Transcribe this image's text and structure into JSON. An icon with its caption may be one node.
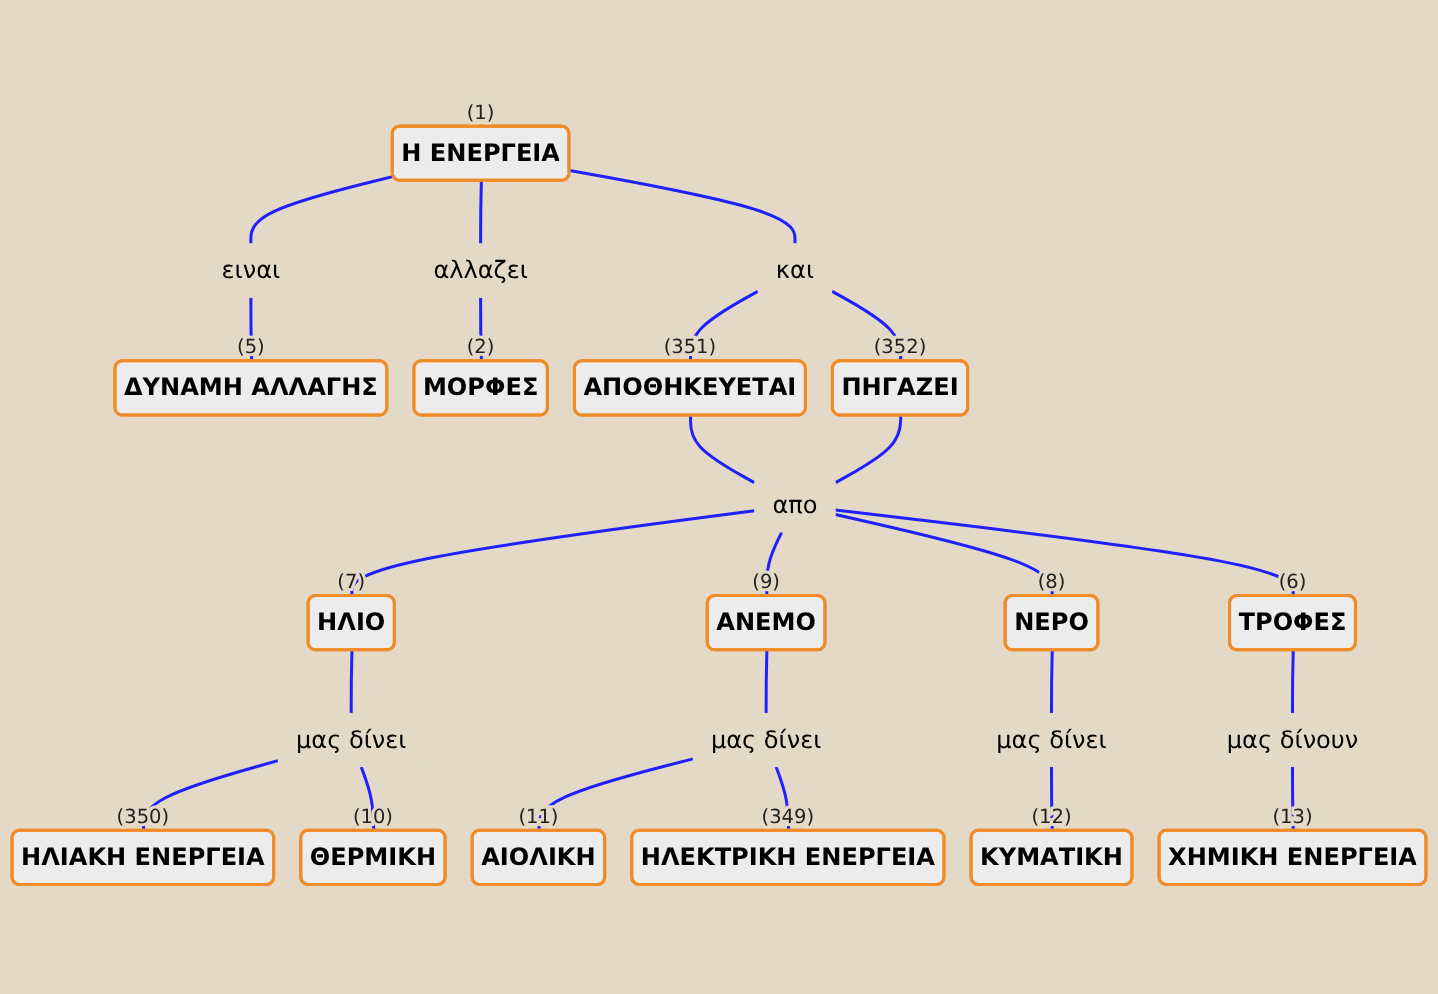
{
  "diagram": {
    "nodes": [
      {
        "text": [
          "Η ΕΝΕΡΓΕΙΑ"
        ],
        "beside": [
          "(1)"
        ]
      },
      {
        "text": [
          "ΔΥΝΑΜΗ ΑΛΛΑΓΗΣ"
        ],
        "beside": [
          "(5)"
        ]
      },
      {
        "text": [
          "ειναι"
        ]
      },
      {
        "text": [
          "αλλαζει"
        ]
      },
      {
        "text": [
          "ΜΟΡΦΕΣ"
        ],
        "beside": [
          "(2)"
        ]
      },
      {
        "text": [
          "και"
        ]
      },
      {
        "text": [
          "ΑΠΟΘΗΚΕΥΕΤΑΙ"
        ],
        "beside": [
          "(351)"
        ]
      },
      {
        "text": [
          "ΠΗΓΑΖΕΙ"
        ],
        "beside": [
          "(352)"
        ]
      },
      {
        "text": [
          "απο"
        ]
      },
      {
        "text": [
          "ΗΛΙΟ"
        ],
        "beside": [
          "(7)"
        ]
      },
      {
        "text": [
          "ΤΡΟΦΕΣ"
        ],
        "beside": [
          "(6)"
        ]
      },
      {
        "text": [
          "ΑΝΕΜΟ"
        ],
        "beside": [
          "(9)"
        ]
      },
      {
        "text": [
          "ΝΕΡΟ"
        ],
        "beside": [
          "(8)"
        ]
      },
      {
        "text": [
          "μας δίνει"
        ]
      },
      {
        "text": [
          "μας δίνουν"
        ]
      },
      {
        "text": [
          "ΗΛΙΑΚΗ ΕΝΕΡΓΕΙΑ"
        ],
        "beside": [
          "(350)"
        ]
      },
      {
        "text": [
          "μας δίνει"
        ]
      },
      {
        "text": [
          "μας δίνει"
        ]
      },
      {
        "text": [
          "ΧΗΜΙΚΗ ΕΝΕΡΓΕΙΑ"
        ],
        "beside": [
          "(13)"
        ]
      },
      {
        "text": [
          "ΘΕΡΜΙΚΗ"
        ],
        "beside": [
          "(10)"
        ]
      },
      {
        "text": [
          "ΑΙΟΛΙΚΗ"
        ],
        "beside": [
          "(11)"
        ]
      },
      {
        "text": [
          "ΚΥΜΑΤΙΚΗ"
        ],
        "beside": [
          "(12)"
        ]
      },
      {
        "text": [
          "ΗΛΕΚΤΡΙΚΗ ΕΝΕΡΓΕΙΑ"
        ],
        "beside": [
          "(349)"
        ]
      }
    ],
    "edges": [
      {
        "from": 0,
        "to": 2,
        "arrow": "none"
      },
      {
        "from": 2,
        "to": 1,
        "arrow": "none"
      },
      {
        "from": 0,
        "to": 3,
        "arrow": "none"
      },
      {
        "from": 3,
        "to": 4,
        "arrow": "none"
      },
      {
        "from": 0,
        "to": 5,
        "arrow": "none"
      },
      {
        "from": 5,
        "to": 6,
        "arrow": "none"
      },
      {
        "from": 5,
        "to": 7,
        "arrow": "none"
      },
      {
        "from": 6,
        "to": 8,
        "arrow": "none"
      },
      {
        "from": 7,
        "to": 8,
        "arrow": "none"
      },
      {
        "from": 8,
        "to": 9,
        "arrow": "none"
      },
      {
        "from": 8,
        "to": 11,
        "arrow": "none"
      },
      {
        "from": 8,
        "to": 12,
        "arrow": "none"
      },
      {
        "from": 8,
        "to": 10,
        "arrow": "none"
      },
      {
        "from": 9,
        "to": 13,
        "arrow": "none"
      },
      {
        "from": 13,
        "to": 15,
        "arrow": "none"
      },
      {
        "from": 13,
        "to": 19,
        "arrow": "none"
      },
      {
        "from": 11,
        "to": 16,
        "arrow": "none"
      },
      {
        "from": 16,
        "to": 20,
        "arrow": "none"
      },
      {
        "from": 16,
        "to": 22,
        "arrow": "none"
      },
      {
        "from": 12,
        "to": 17,
        "arrow": "none"
      },
      {
        "from": 17,
        "to": 21,
        "arrow": "none"
      },
      {
        "from": 10,
        "to": 14,
        "arrow": "none"
      },
      {
        "from": 14,
        "to": 18,
        "arrow": "none"
      }
    ]
  }
}
